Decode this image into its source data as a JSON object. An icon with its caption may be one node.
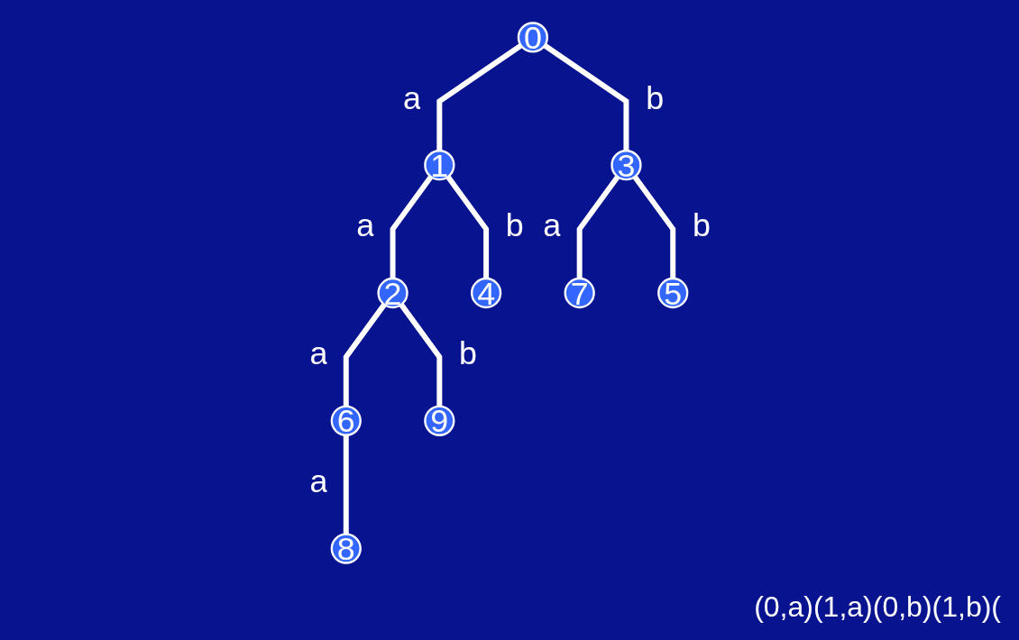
{
  "diagram": {
    "nodes": [
      {
        "text": [
          "0"
        ]
      },
      {
        "text": [
          "1"
        ]
      },
      {
        "text": [
          "3"
        ]
      },
      {
        "text": [
          "2"
        ]
      },
      {
        "text": [
          "4"
        ]
      },
      {
        "text": [
          "7"
        ]
      },
      {
        "text": [
          "5"
        ]
      },
      {
        "text": [
          "6"
        ]
      },
      {
        "text": [
          "9"
        ]
      },
      {
        "text": [
          "8"
        ]
      }
    ],
    "edges": [
      {
        "from": 0,
        "to": 1,
        "arrow": "none",
        "label": "a"
      },
      {
        "from": 0,
        "to": 2,
        "arrow": "none",
        "label": "b"
      },
      {
        "from": 1,
        "to": 3,
        "arrow": "none",
        "label": "a"
      },
      {
        "from": 1,
        "to": 4,
        "arrow": "none",
        "label": "b"
      },
      {
        "from": 2,
        "to": 5,
        "arrow": "none",
        "label": "a"
      },
      {
        "from": 2,
        "to": 6,
        "arrow": "none",
        "label": "b"
      },
      {
        "from": 3,
        "to": 7,
        "arrow": "none",
        "label": "a"
      },
      {
        "from": 3,
        "to": 8,
        "arrow": "none",
        "label": "b"
      },
      {
        "from": 7,
        "to": 9,
        "arrow": "none",
        "label": "a"
      }
    ],
    "labels": [
      "(0,a)(1,a)(0,b)(1,b)("
    ]
  }
}
